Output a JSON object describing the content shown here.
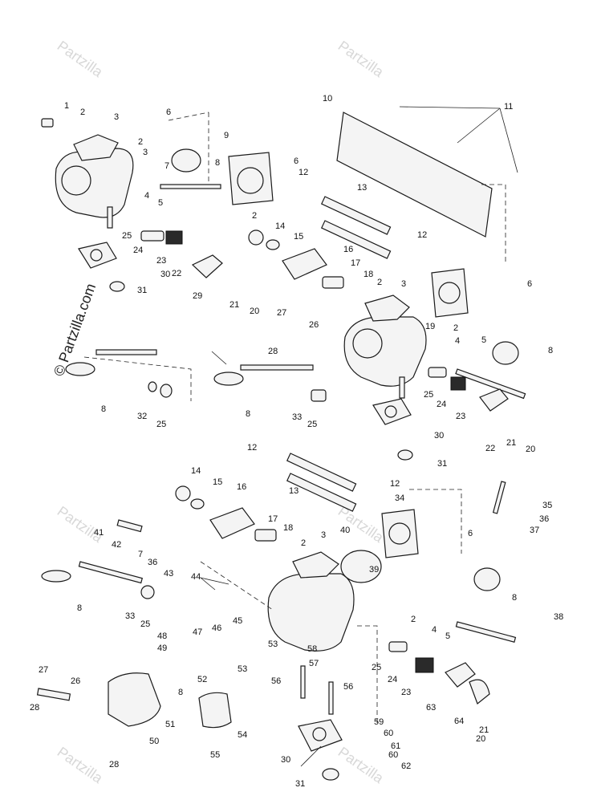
{
  "watermark": {
    "brand_text": "Partzilla",
    "copyright_text": "© Partzilla.com"
  },
  "colors": {
    "ink": "#1a1a1a",
    "paper": "#ffffff",
    "watermark": "#d8d8d8"
  },
  "callouts": [
    "1",
    "2",
    "3",
    "4",
    "5",
    "6",
    "7",
    "8",
    "9",
    "10",
    "11",
    "12",
    "13",
    "14",
    "15",
    "16",
    "17",
    "18",
    "19",
    "20",
    "21",
    "22",
    "23",
    "24",
    "25",
    "26",
    "27",
    "28",
    "29",
    "30",
    "31",
    "32",
    "33",
    "34",
    "35",
    "36",
    "37",
    "38",
    "39",
    "40",
    "41",
    "42",
    "43",
    "44",
    "45",
    "46",
    "47",
    "48",
    "49",
    "50",
    "51",
    "52",
    "53",
    "54",
    "55",
    "56",
    "57",
    "58",
    "59",
    "60",
    "61",
    "62",
    "63",
    "64"
  ]
}
